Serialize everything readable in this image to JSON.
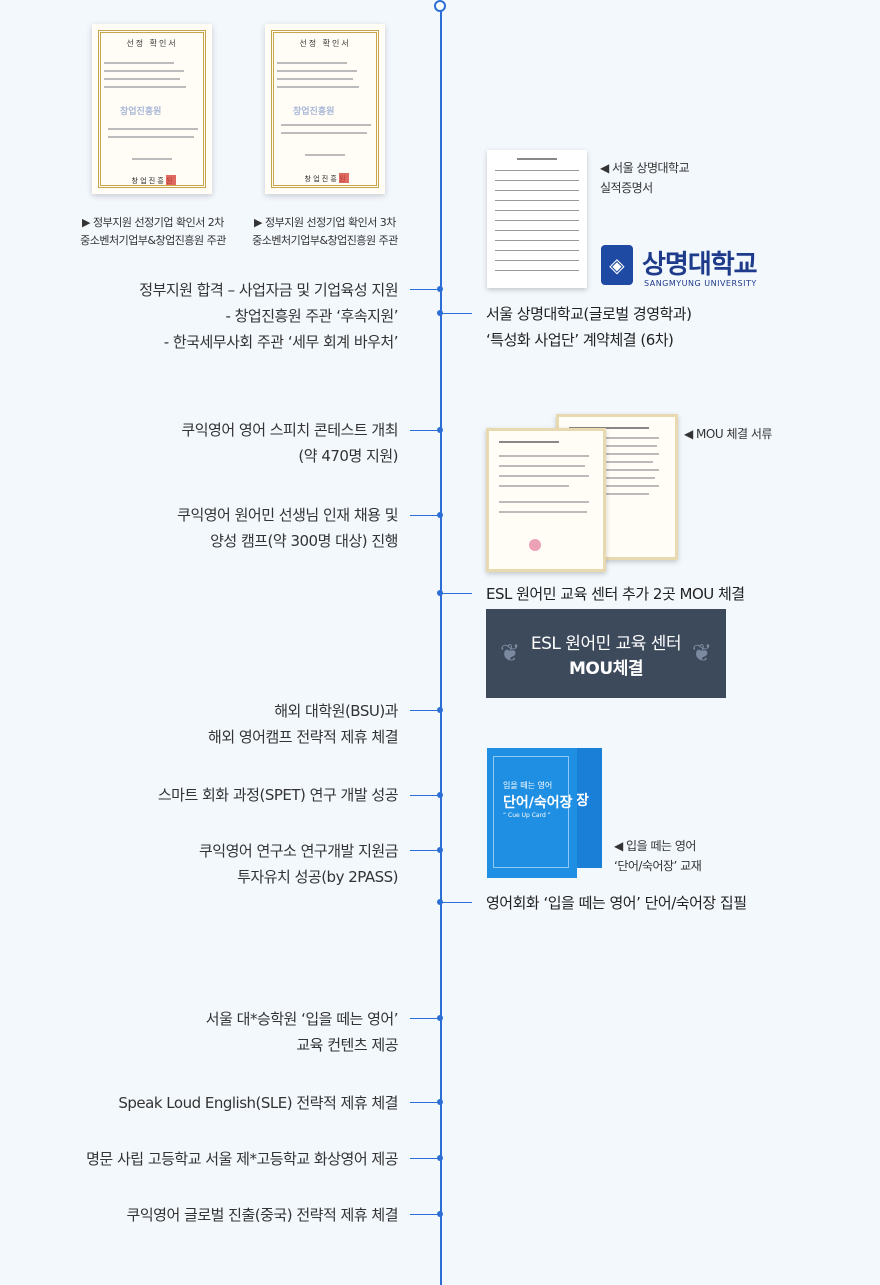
{
  "certificates": [
    {
      "title": "선정 확인서",
      "logo": "창업진흥원",
      "caption_line1": "▶ 정부지원 선정기업 확인서 2차",
      "caption_line2": "중소벤처기업부&창업진흥원 주관",
      "footer": "창 업 진 흥 원"
    },
    {
      "title": "선정 확인서",
      "logo": "창업진흥원",
      "caption_line1": "▶ 정부지원 선정기업 확인서 3차",
      "caption_line2": "중소벤처기업부&창업진흥원 주관",
      "footer": "창 업 진 흥 원"
    }
  ],
  "left_events": [
    {
      "lines": [
        "정부지원 합격 – 사업자금 및 기업육성 지원",
        "- 창업진흥원 주관 ‘후속지원’",
        "- 한국세무사회 주관 ‘세무 회계 바우처’"
      ]
    },
    {
      "lines": [
        "쿠익영어 영어 스피치 콘테스트 개최",
        "(약 470명 지원)"
      ]
    },
    {
      "lines": [
        "쿠익영어 원어민 선생님 인재 채용 및",
        "양성 캠프(약 300명 대상) 진행"
      ]
    },
    {
      "lines": [
        "해외 대학원(BSU)과",
        "해외 영어캠프 전략적 제휴 체결"
      ]
    },
    {
      "lines": [
        "스마트 회화 과정(SPET) 연구 개발 성공"
      ]
    },
    {
      "lines": [
        "쿠익영어 연구소 연구개발 지원금",
        "투자유치 성공(by 2PASS)"
      ]
    },
    {
      "lines": [
        "서울 대*승학원 ‘입을 떼는 영어’",
        "교육 컨텐츠 제공"
      ]
    },
    {
      "lines": [
        "Speak Loud English(SLE) 전략적 제휴 체결"
      ]
    },
    {
      "lines": [
        "명문 사립 고등학교 서울 제*고등학교 화상영어 제공"
      ]
    },
    {
      "lines": [
        "쿠익영어 글로벌 진출(중국) 전략적 제휴 체결"
      ]
    }
  ],
  "right_events": {
    "sangmyung": {
      "doc_label_line1": "◀ 서울 상명대학교",
      "doc_label_line2": "실적증명서",
      "univ_name": "상명대학교",
      "univ_name_en": "SANGMYUNG UNIVERSITY",
      "line1": "서울 상명대학교(글로벌 경영학과)",
      "line2": "‘특성화 사업단’ 계약체결 (6차)"
    },
    "mou": {
      "doc_label": "◀ MOU 체결 서류",
      "text": "ESL 원어민 교육 센터 추가 2곳 MOU 체결",
      "box_line1": "ESL 원어민 교육 센터",
      "box_line2": "MOU체결"
    },
    "book": {
      "cover_small": "입을 떼는 영어",
      "cover_title": "단어/숙어장",
      "cover_sub": "“ Cue Up Card ”",
      "back_title": "장",
      "label_line1": "◀ 입을 떼는 영어",
      "label_line2": "‘단어/숙어장’ 교재",
      "text": "영어회화 ‘입을 떼는 영어’ 단어/숙어장 집필"
    }
  },
  "colors": {
    "timeline": "#2b6fd6",
    "mou_box": "#3d4a5c",
    "book": "#1e8fe2",
    "cert_border": "#c9a54a"
  }
}
